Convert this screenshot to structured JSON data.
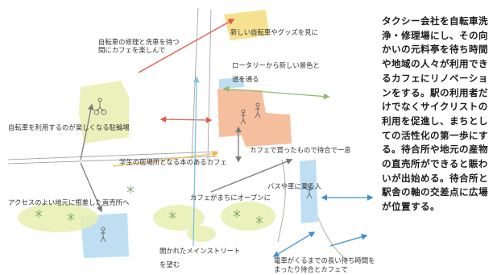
{
  "labels": {
    "repair_wait_1": "自転車の修理と洗車を待つ",
    "repair_wait_2": "間にカフェを楽しんで",
    "new_bikes": "新しい自転車やグッズを見に",
    "rotary_1": "ロータリーから新しい景色と",
    "rotary_2": "道を通る",
    "bike_parking": "自転車を利用するのが楽しくなる駐輪場",
    "cafe_buy_wait": "カフェで買ったもので待合で一息",
    "student_place": "学生の居場所となる本のあるカフェ",
    "bus_car": "バスや車に乗る人",
    "direct_shop": "アクセスのよい地元に根差した直売所へ",
    "cafe_open": "カフェがまちにオープンに",
    "main_street_1": "開かれたメインストリート",
    "main_street_2": "を望む",
    "train_wait_1": "電車がくるまでの長い待ち時間を",
    "train_wait_2": "まったり待合とカフェで"
  },
  "description": "タクシー会社を自転車洗浄・修理場にし、その向かいの元料亭を待ち時間や地域の人々が利用できるカフェにリノベーションをする。駅の利用者だけでなくサイクリストの利用を促進し、まちとしての活性化の第一歩にする。待合所や地元の産物の直売所ができると賑わいが出始める。待合所と駅舎の軸の交差点に広場が位置する。",
  "colors": {
    "yellow_zone": "#f3dc7c",
    "orange_zone": "#f4b893",
    "blue_zone": "#b7dcf1",
    "green_zone": "#e9f0b4",
    "arrow_red": "#e05a4a",
    "arrow_green": "#8fbb6f",
    "arrow_gray": "#7a7a7a",
    "arrow_blue": "#3f8fd0",
    "arrow_orange": "#f2bb4e",
    "arrow_lightblue": "#7cc3e4"
  }
}
